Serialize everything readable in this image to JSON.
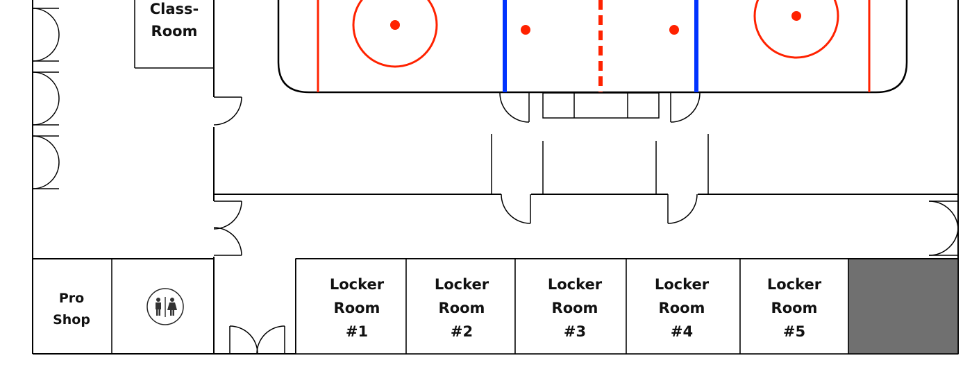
{
  "rooms": {
    "classroom": {
      "line1": "Class-",
      "line2": "Room"
    },
    "pro_shop": {
      "line1": "Pro",
      "line2": "Shop"
    },
    "lockers": [
      {
        "line1": "Locker",
        "line2": "Room",
        "line3": "#1"
      },
      {
        "line1": "Locker",
        "line2": "Room",
        "line3": "#2"
      },
      {
        "line1": "Locker",
        "line2": "Room",
        "line3": "#3"
      },
      {
        "line1": "Locker",
        "line2": "Room",
        "line3": "#4"
      },
      {
        "line1": "Locker",
        "line2": "Room",
        "line3": "#5"
      }
    ]
  },
  "icons": {
    "restroom": "restroom-icon"
  },
  "colors": {
    "rink_red": "#ff2200",
    "rink_blue": "#0033ff",
    "storage_fill": "#707070"
  }
}
